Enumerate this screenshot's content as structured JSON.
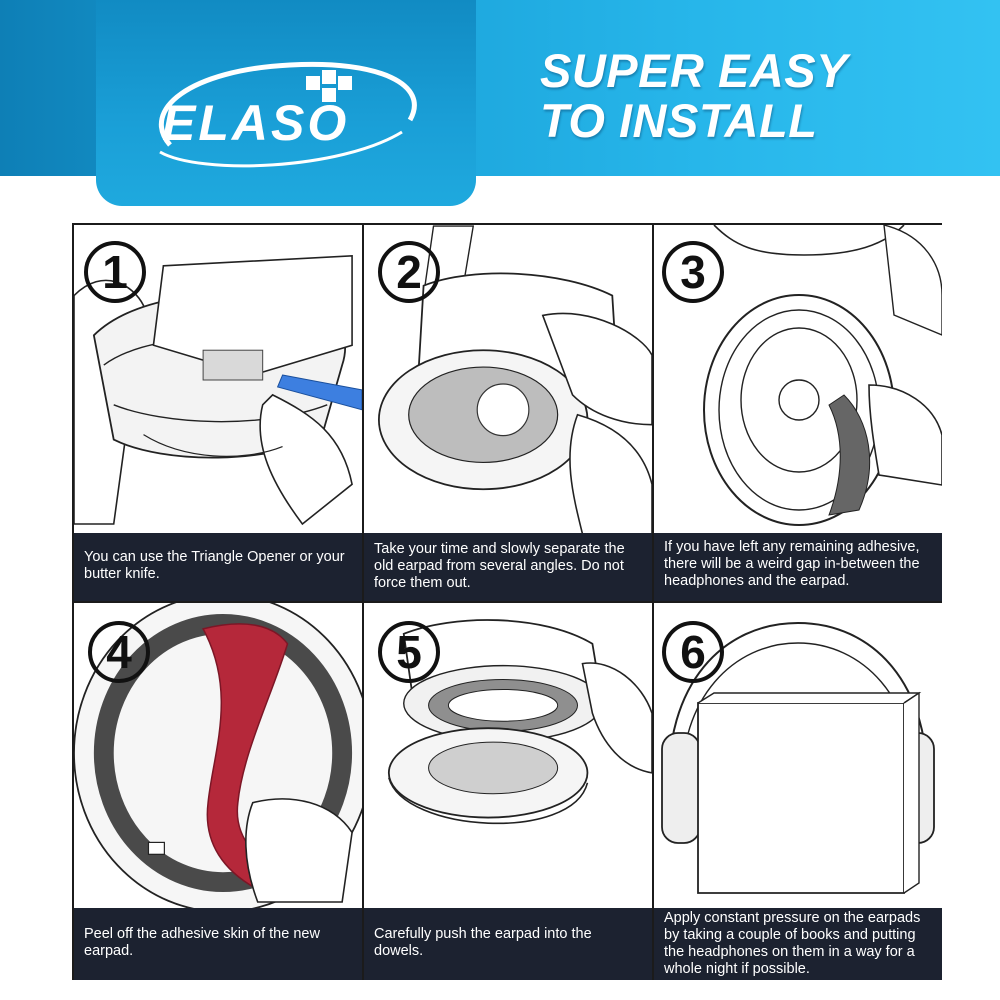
{
  "brand": {
    "logo_text": "ELASO",
    "headline_line1": "SUPER EASY",
    "headline_line2": "TO INSTALL"
  },
  "steps": [
    {
      "number": "1",
      "caption": "You can use the Triangle Opener or your butter knife."
    },
    {
      "number": "2",
      "caption": "Take your time and slowly separate the old earpad from several angles. Do not force them out."
    },
    {
      "number": "3",
      "caption": "If you have left any remaining adhesive, there will be a weird gap in-between the headphones and the earpad."
    },
    {
      "number": "4",
      "caption": "Peel off the adhesive skin of the new earpad."
    },
    {
      "number": "5",
      "caption": "Carefully push the earpad into the dowels."
    },
    {
      "number": "6",
      "caption": "Apply constant pressure on the earpads by taking a couple of books and putting the headphones on them in a way for a whole night if possible."
    }
  ],
  "colors": {
    "banner_start": "#0e7fb6",
    "banner_end": "#33c2f2",
    "caption_bg": "#1c2230",
    "tool_blue": "#3d7fe0",
    "adhesive_red": "#b5283a",
    "adhesive_gray": "#4a4a4a"
  }
}
